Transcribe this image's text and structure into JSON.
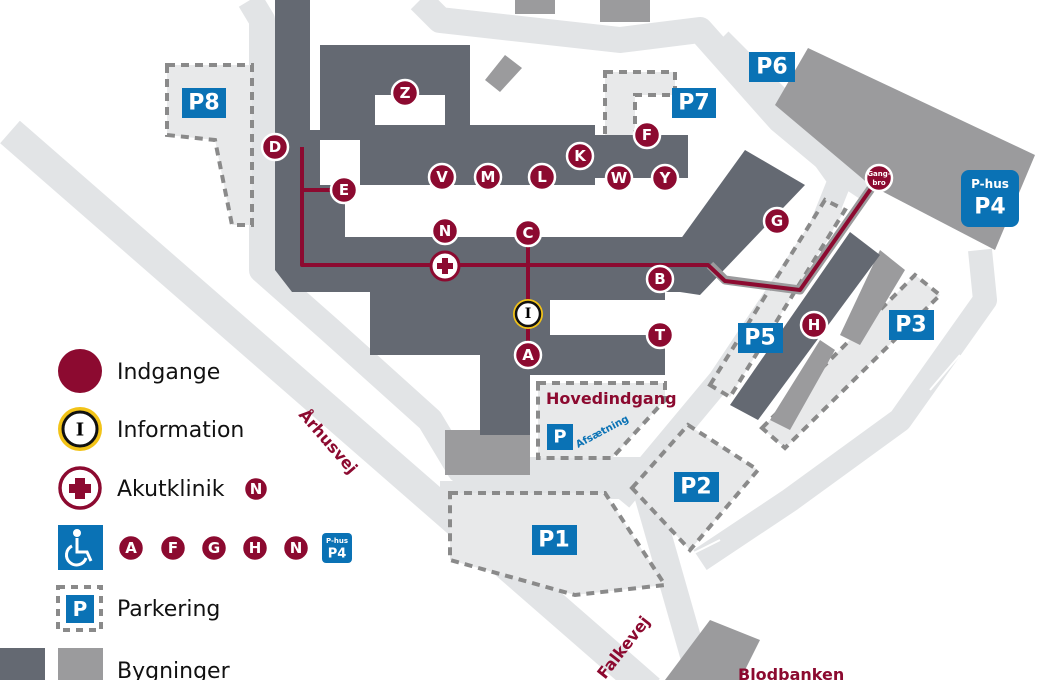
{
  "streets": {
    "aarhusvej": "Århusvej",
    "falkevej": "Falkevej"
  },
  "labels": {
    "hovedindgang": "Hovedindgang",
    "afsaetning": "Afsætning",
    "blodbanken": "Blodbanken",
    "gangbro_1": "Gang-",
    "gangbro_2": "bro",
    "p_letter": "P",
    "info_letter": "I"
  },
  "entrances": {
    "Z": "Z",
    "D": "D",
    "E": "E",
    "V": "V",
    "M": "M",
    "L": "L",
    "K": "K",
    "F": "F",
    "W": "W",
    "Y": "Y",
    "N": "N",
    "C": "C",
    "G": "G",
    "B": "B",
    "T": "T",
    "A": "A",
    "H": "H"
  },
  "parking": {
    "P1": "P1",
    "P2": "P2",
    "P3": "P3",
    "P5": "P5",
    "P6": "P6",
    "P7": "P7",
    "P8": "P8",
    "P4_top": "P-hus",
    "P4": "P4"
  },
  "legend": {
    "entrances": "Indgange",
    "information": "Information",
    "emergency": "Akutklinik",
    "emergency_entrance": "N",
    "accessible_entrances": [
      "A",
      "F",
      "G",
      "H",
      "N"
    ],
    "accessible_p_top": "P-hus",
    "accessible_p": "P4",
    "parking": "Parkering",
    "buildings": "Bygninger"
  },
  "colors": {
    "maroon": "#8c0a30",
    "blue": "#0a72b5",
    "building_dark": "#646972",
    "building_light": "#9b9b9d",
    "road": "#e2e4e6",
    "info_ring": "#f2c318"
  }
}
